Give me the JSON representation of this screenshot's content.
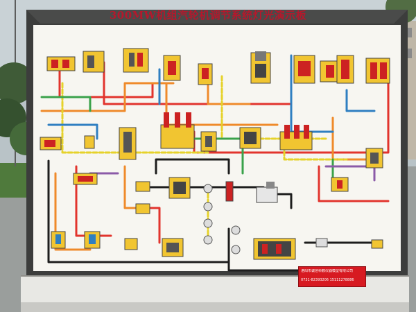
{
  "board": {
    "title": "300MW机组汽轮机调节系统灯光演示板"
  },
  "label_plate": {
    "company": "洛阳市诚信科教仪器模型有限公司",
    "phone": "0731-82393206  15111278886"
  },
  "colors": {
    "sky": "#b9c3c7",
    "panel": "#f7f6f1",
    "frame": "#3c3d3c",
    "pipe_red": "#e2342d",
    "pipe_orange": "#ef8a2a",
    "pipe_yellow": "#e6d22a",
    "pipe_blue": "#2f7fc1",
    "pipe_green": "#3aa24a",
    "pipe_black": "#1d1d1d",
    "pipe_purple": "#8b5aa8",
    "component_yellow": "#f1c531",
    "component_red": "#cc2222",
    "plate_red": "#d71a21"
  },
  "scene": {
    "background_elements": [
      "tree",
      "building",
      "utility-pole",
      "paved-ground"
    ]
  }
}
